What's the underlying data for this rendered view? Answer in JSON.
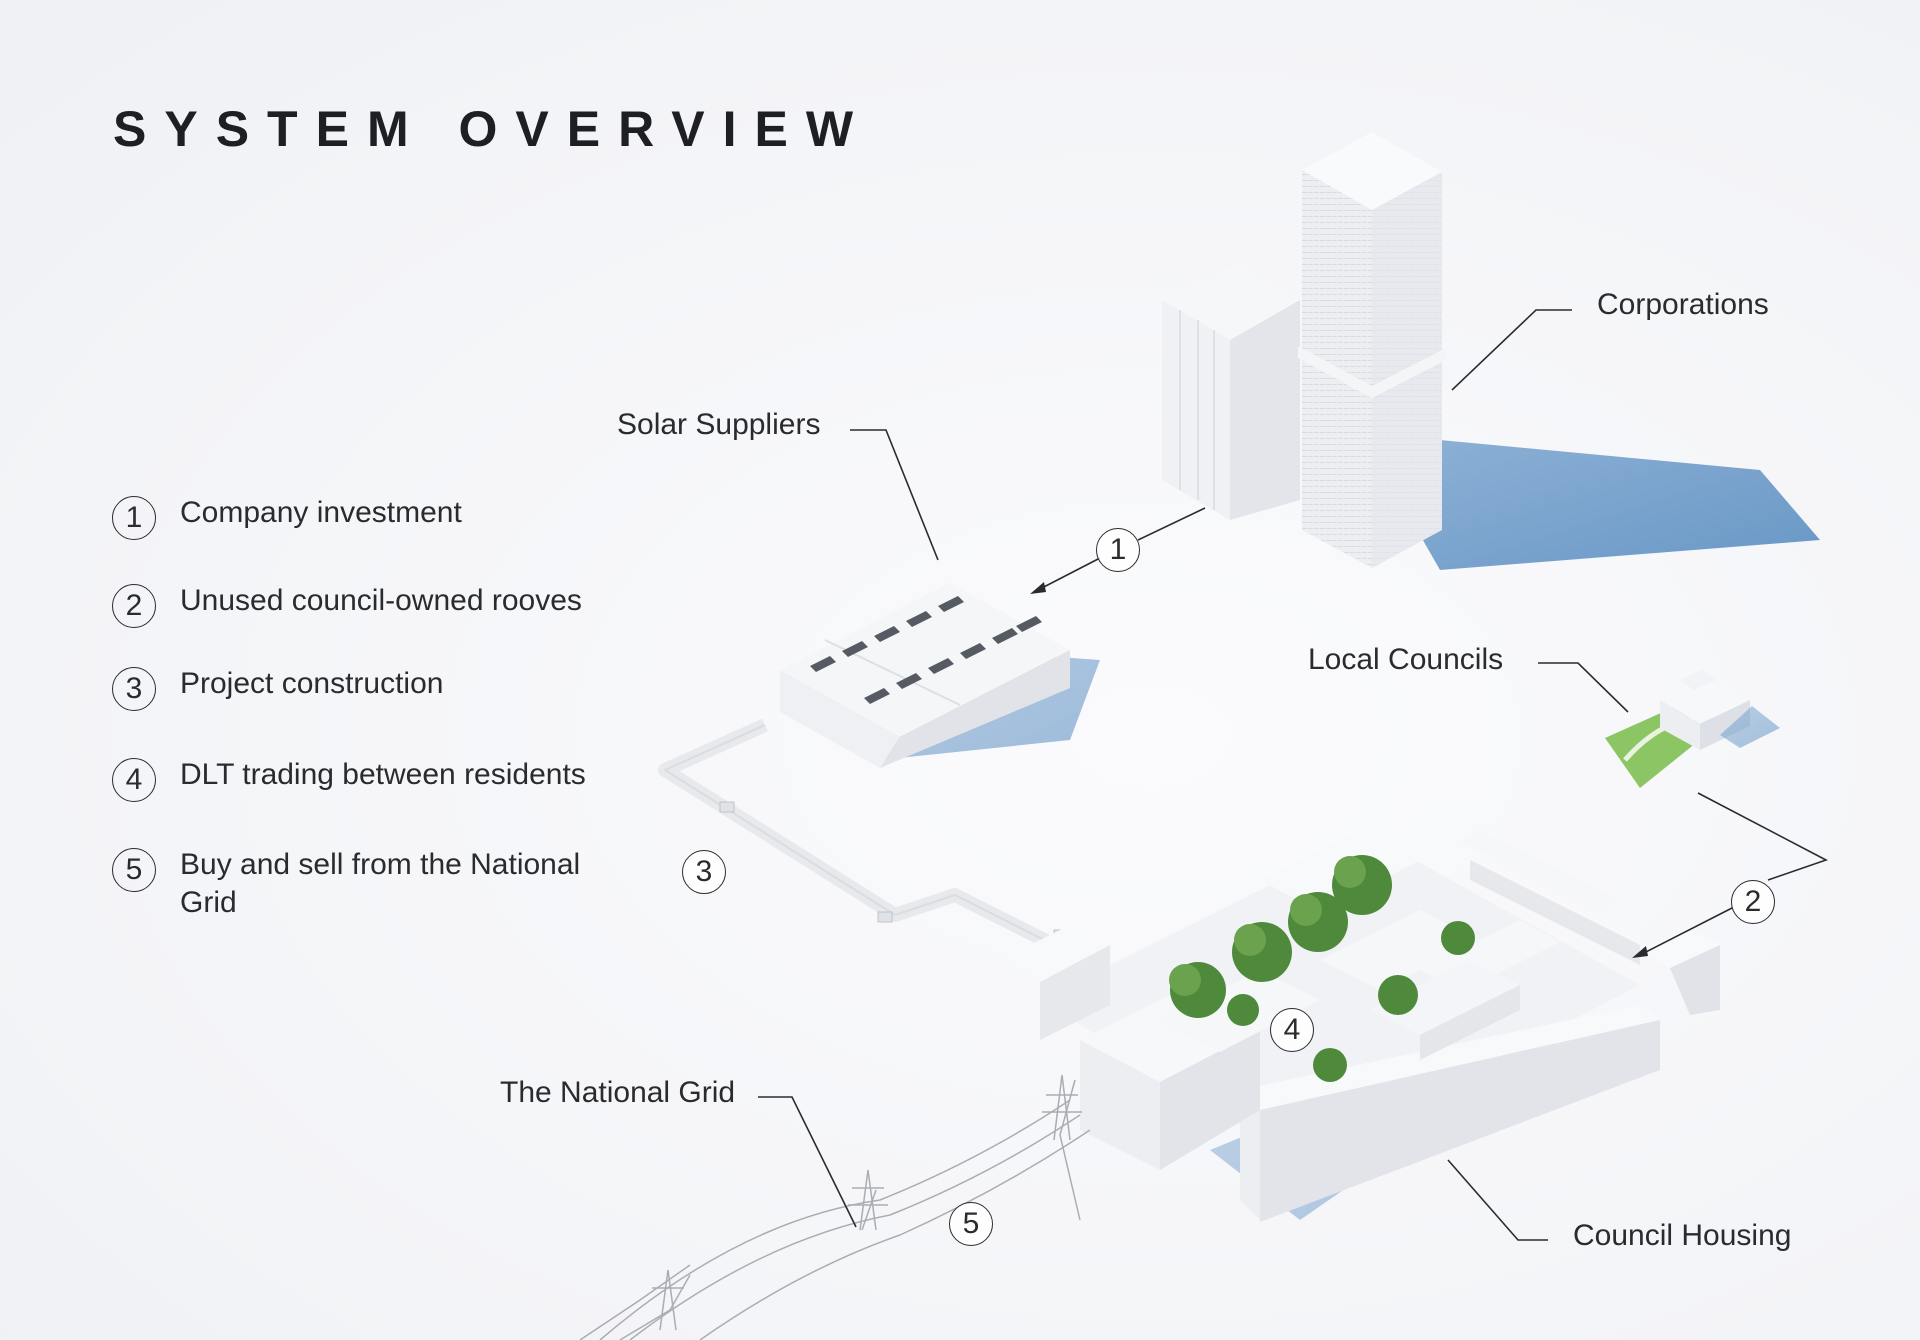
{
  "title": "SYSTEM OVERVIEW",
  "legend": [
    {
      "num": "1",
      "text": "Company investment"
    },
    {
      "num": "2",
      "text": "Unused council-owned rooves"
    },
    {
      "num": "3",
      "text": "Project construction"
    },
    {
      "num": "4",
      "text": "DLT trading between residents"
    },
    {
      "num": "5",
      "text": "Buy and sell from the National Grid"
    }
  ],
  "labels": {
    "corporations": "Corporations",
    "solar_suppliers": "Solar Suppliers",
    "local_councils": "Local Councils",
    "national_grid": "The National Grid",
    "council_housing": "Council Housing"
  },
  "markers": {
    "m1": "1",
    "m2": "2",
    "m3": "3",
    "m4": "4",
    "m5": "5"
  },
  "colors": {
    "background": "#f4f5f8",
    "text": "#2a2b2e",
    "shadow": "#5b8fc0",
    "trees": "#4f8a3c",
    "lawn": "#8cc563"
  }
}
